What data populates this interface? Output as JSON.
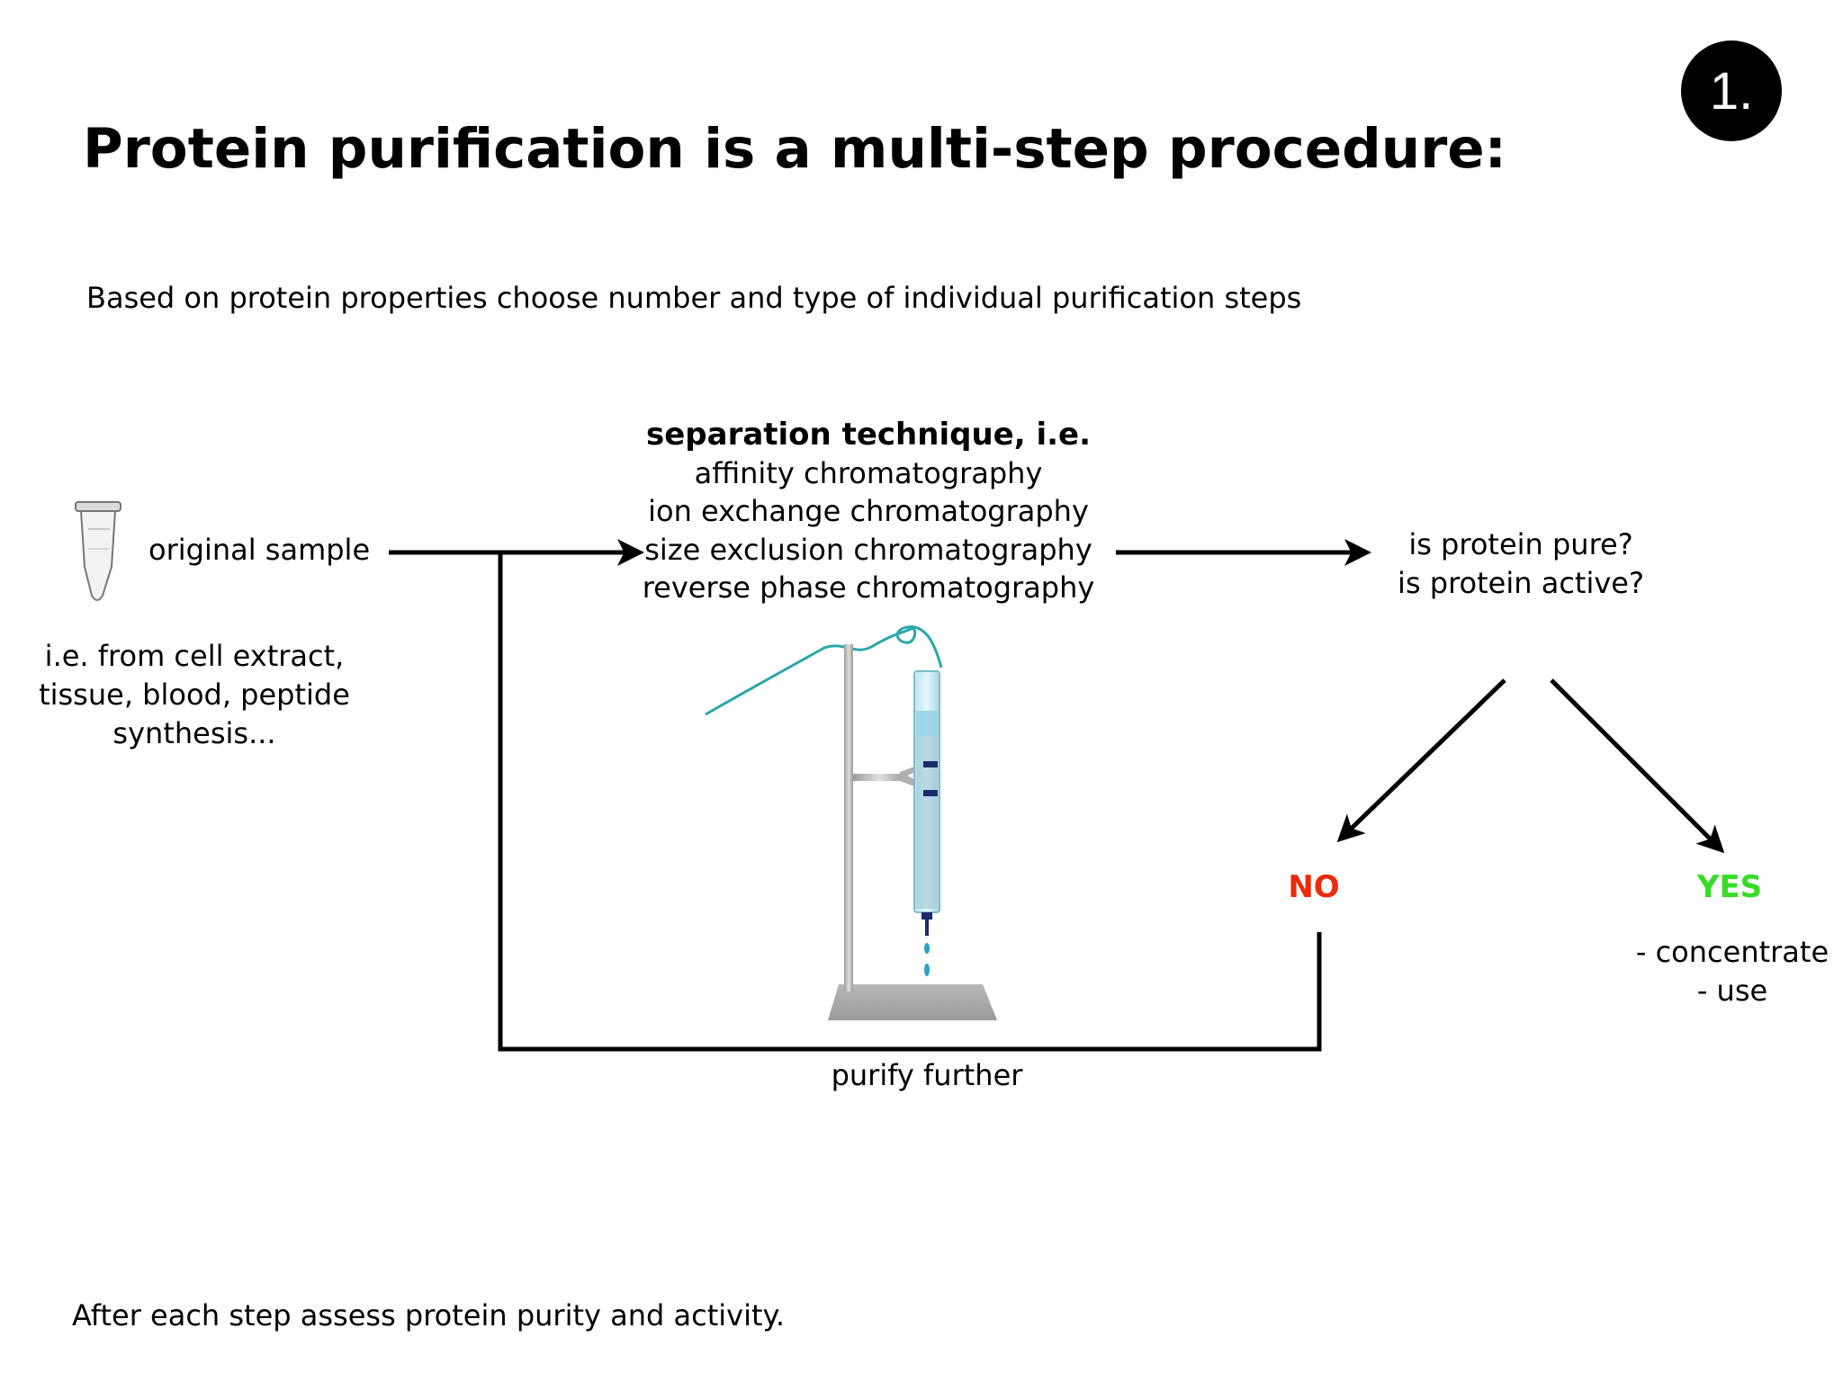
{
  "slide": {
    "title": "Protein purification is a multi-step procedure:",
    "number": "1.",
    "subtitle": "Based on protein properties choose number and type of individual purification steps",
    "footnote": "After each step assess protein purity and activity."
  },
  "diagram": {
    "start": {
      "label": "original sample",
      "note_lines": [
        "i.e.  from cell extract,",
        "tissue, blood, peptide",
        "synthesis..."
      ]
    },
    "separation": {
      "heading": "separation technique, i.e.",
      "techniques": [
        "affinity chromatography",
        "ion exchange chromatography",
        "size exclusion chromatography",
        "reverse phase chromatography"
      ]
    },
    "check": {
      "questions": [
        "is protein pure?",
        "is protein active?"
      ]
    },
    "outcomes": {
      "no": {
        "label": "NO",
        "color": "#ee2a0c"
      },
      "yes": {
        "label": "YES",
        "color": "#38dc27",
        "actions": [
          "- concentrate",
          "- use"
        ]
      }
    },
    "loop_label": "purify further"
  }
}
